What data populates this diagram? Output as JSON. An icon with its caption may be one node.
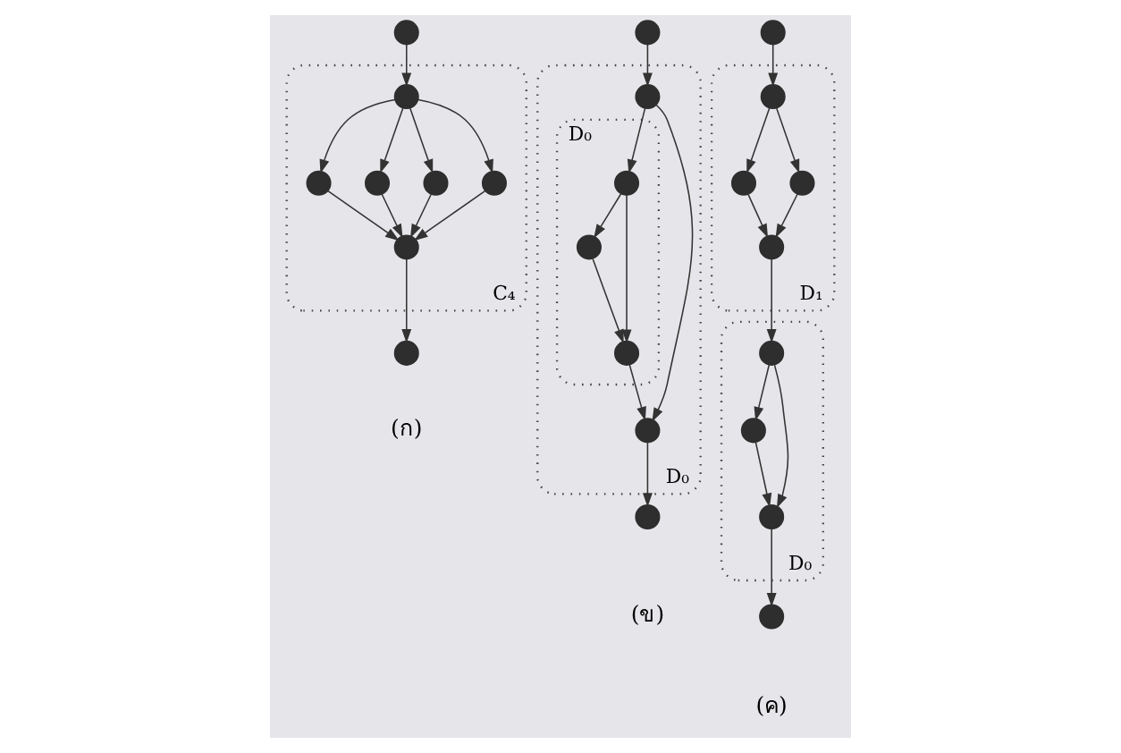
{
  "diagram": {
    "nodes": [
      {
        "text": [
          "C₄"
        ]
      },
      {
        "text": [],
        "shape": "circle"
      },
      {
        "text": [],
        "shape": "circle",
        "in": 0
      },
      {
        "text": [],
        "shape": "circle",
        "in": 0
      },
      {
        "text": [],
        "shape": "circle",
        "in": 0
      },
      {
        "text": [],
        "shape": "circle",
        "in": 0
      },
      {
        "text": [],
        "shape": "circle",
        "in": 0
      },
      {
        "text": [],
        "shape": "circle",
        "in": 0
      },
      {
        "text": [],
        "shape": "circle"
      },
      {
        "text": [
          "D₀"
        ]
      },
      {
        "text": [
          "D₀"
        ],
        "in": 9
      },
      {
        "text": [],
        "shape": "circle"
      },
      {
        "text": [],
        "shape": "circle",
        "in": 9
      },
      {
        "text": [],
        "shape": "circle",
        "in": 10
      },
      {
        "text": [],
        "shape": "circle",
        "in": 10
      },
      {
        "text": [],
        "shape": "circle",
        "in": 10
      },
      {
        "text": [],
        "shape": "circle",
        "in": 9
      },
      {
        "text": [],
        "shape": "circle"
      },
      {
        "text": [
          "D₁"
        ]
      },
      {
        "text": [],
        "shape": "circle"
      },
      {
        "text": [],
        "shape": "circle",
        "in": 18
      },
      {
        "text": [],
        "shape": "circle",
        "in": 18
      },
      {
        "text": [],
        "shape": "circle",
        "in": 18
      },
      {
        "text": [],
        "shape": "circle",
        "in": 18
      },
      {
        "text": [
          "D₀"
        ]
      },
      {
        "text": [],
        "shape": "circle",
        "in": 24
      },
      {
        "text": [],
        "shape": "circle",
        "in": 24
      },
      {
        "text": [],
        "shape": "circle",
        "in": 24
      },
      {
        "text": [],
        "shape": "circle"
      }
    ],
    "edges": [
      {
        "from": 1,
        "to": 2,
        "arrow": "to"
      },
      {
        "from": 2,
        "to": 3,
        "arrow": "to"
      },
      {
        "from": 2,
        "to": 4,
        "arrow": "to"
      },
      {
        "from": 2,
        "to": 5,
        "arrow": "to"
      },
      {
        "from": 2,
        "to": 6,
        "arrow": "to"
      },
      {
        "from": 3,
        "to": 7,
        "arrow": "to"
      },
      {
        "from": 4,
        "to": 7,
        "arrow": "to"
      },
      {
        "from": 5,
        "to": 7,
        "arrow": "to"
      },
      {
        "from": 6,
        "to": 7,
        "arrow": "to"
      },
      {
        "from": 7,
        "to": 8,
        "arrow": "to"
      },
      {
        "from": 11,
        "to": 12,
        "arrow": "to"
      },
      {
        "from": 12,
        "to": 13,
        "arrow": "to"
      },
      {
        "from": 12,
        "to": 16,
        "arrow": "to"
      },
      {
        "from": 13,
        "to": 14,
        "arrow": "to"
      },
      {
        "from": 13,
        "to": 15,
        "arrow": "to"
      },
      {
        "from": 14,
        "to": 15,
        "arrow": "to"
      },
      {
        "from": 15,
        "to": 16,
        "arrow": "to"
      },
      {
        "from": 16,
        "to": 17,
        "arrow": "to"
      },
      {
        "from": 19,
        "to": 20,
        "arrow": "to"
      },
      {
        "from": 20,
        "to": 21,
        "arrow": "to"
      },
      {
        "from": 20,
        "to": 22,
        "arrow": "to"
      },
      {
        "from": 21,
        "to": 23,
        "arrow": "to"
      },
      {
        "from": 22,
        "to": 23,
        "arrow": "to"
      },
      {
        "from": 23,
        "to": 25,
        "arrow": "to"
      },
      {
        "from": 25,
        "to": 26,
        "arrow": "to"
      },
      {
        "from": 25,
        "to": 27,
        "arrow": "to"
      },
      {
        "from": 26,
        "to": 27,
        "arrow": "to"
      },
      {
        "from": 27,
        "to": 28,
        "arrow": "to"
      }
    ],
    "labels": [
      "(ก)",
      "(ข)",
      "(ค)"
    ]
  }
}
